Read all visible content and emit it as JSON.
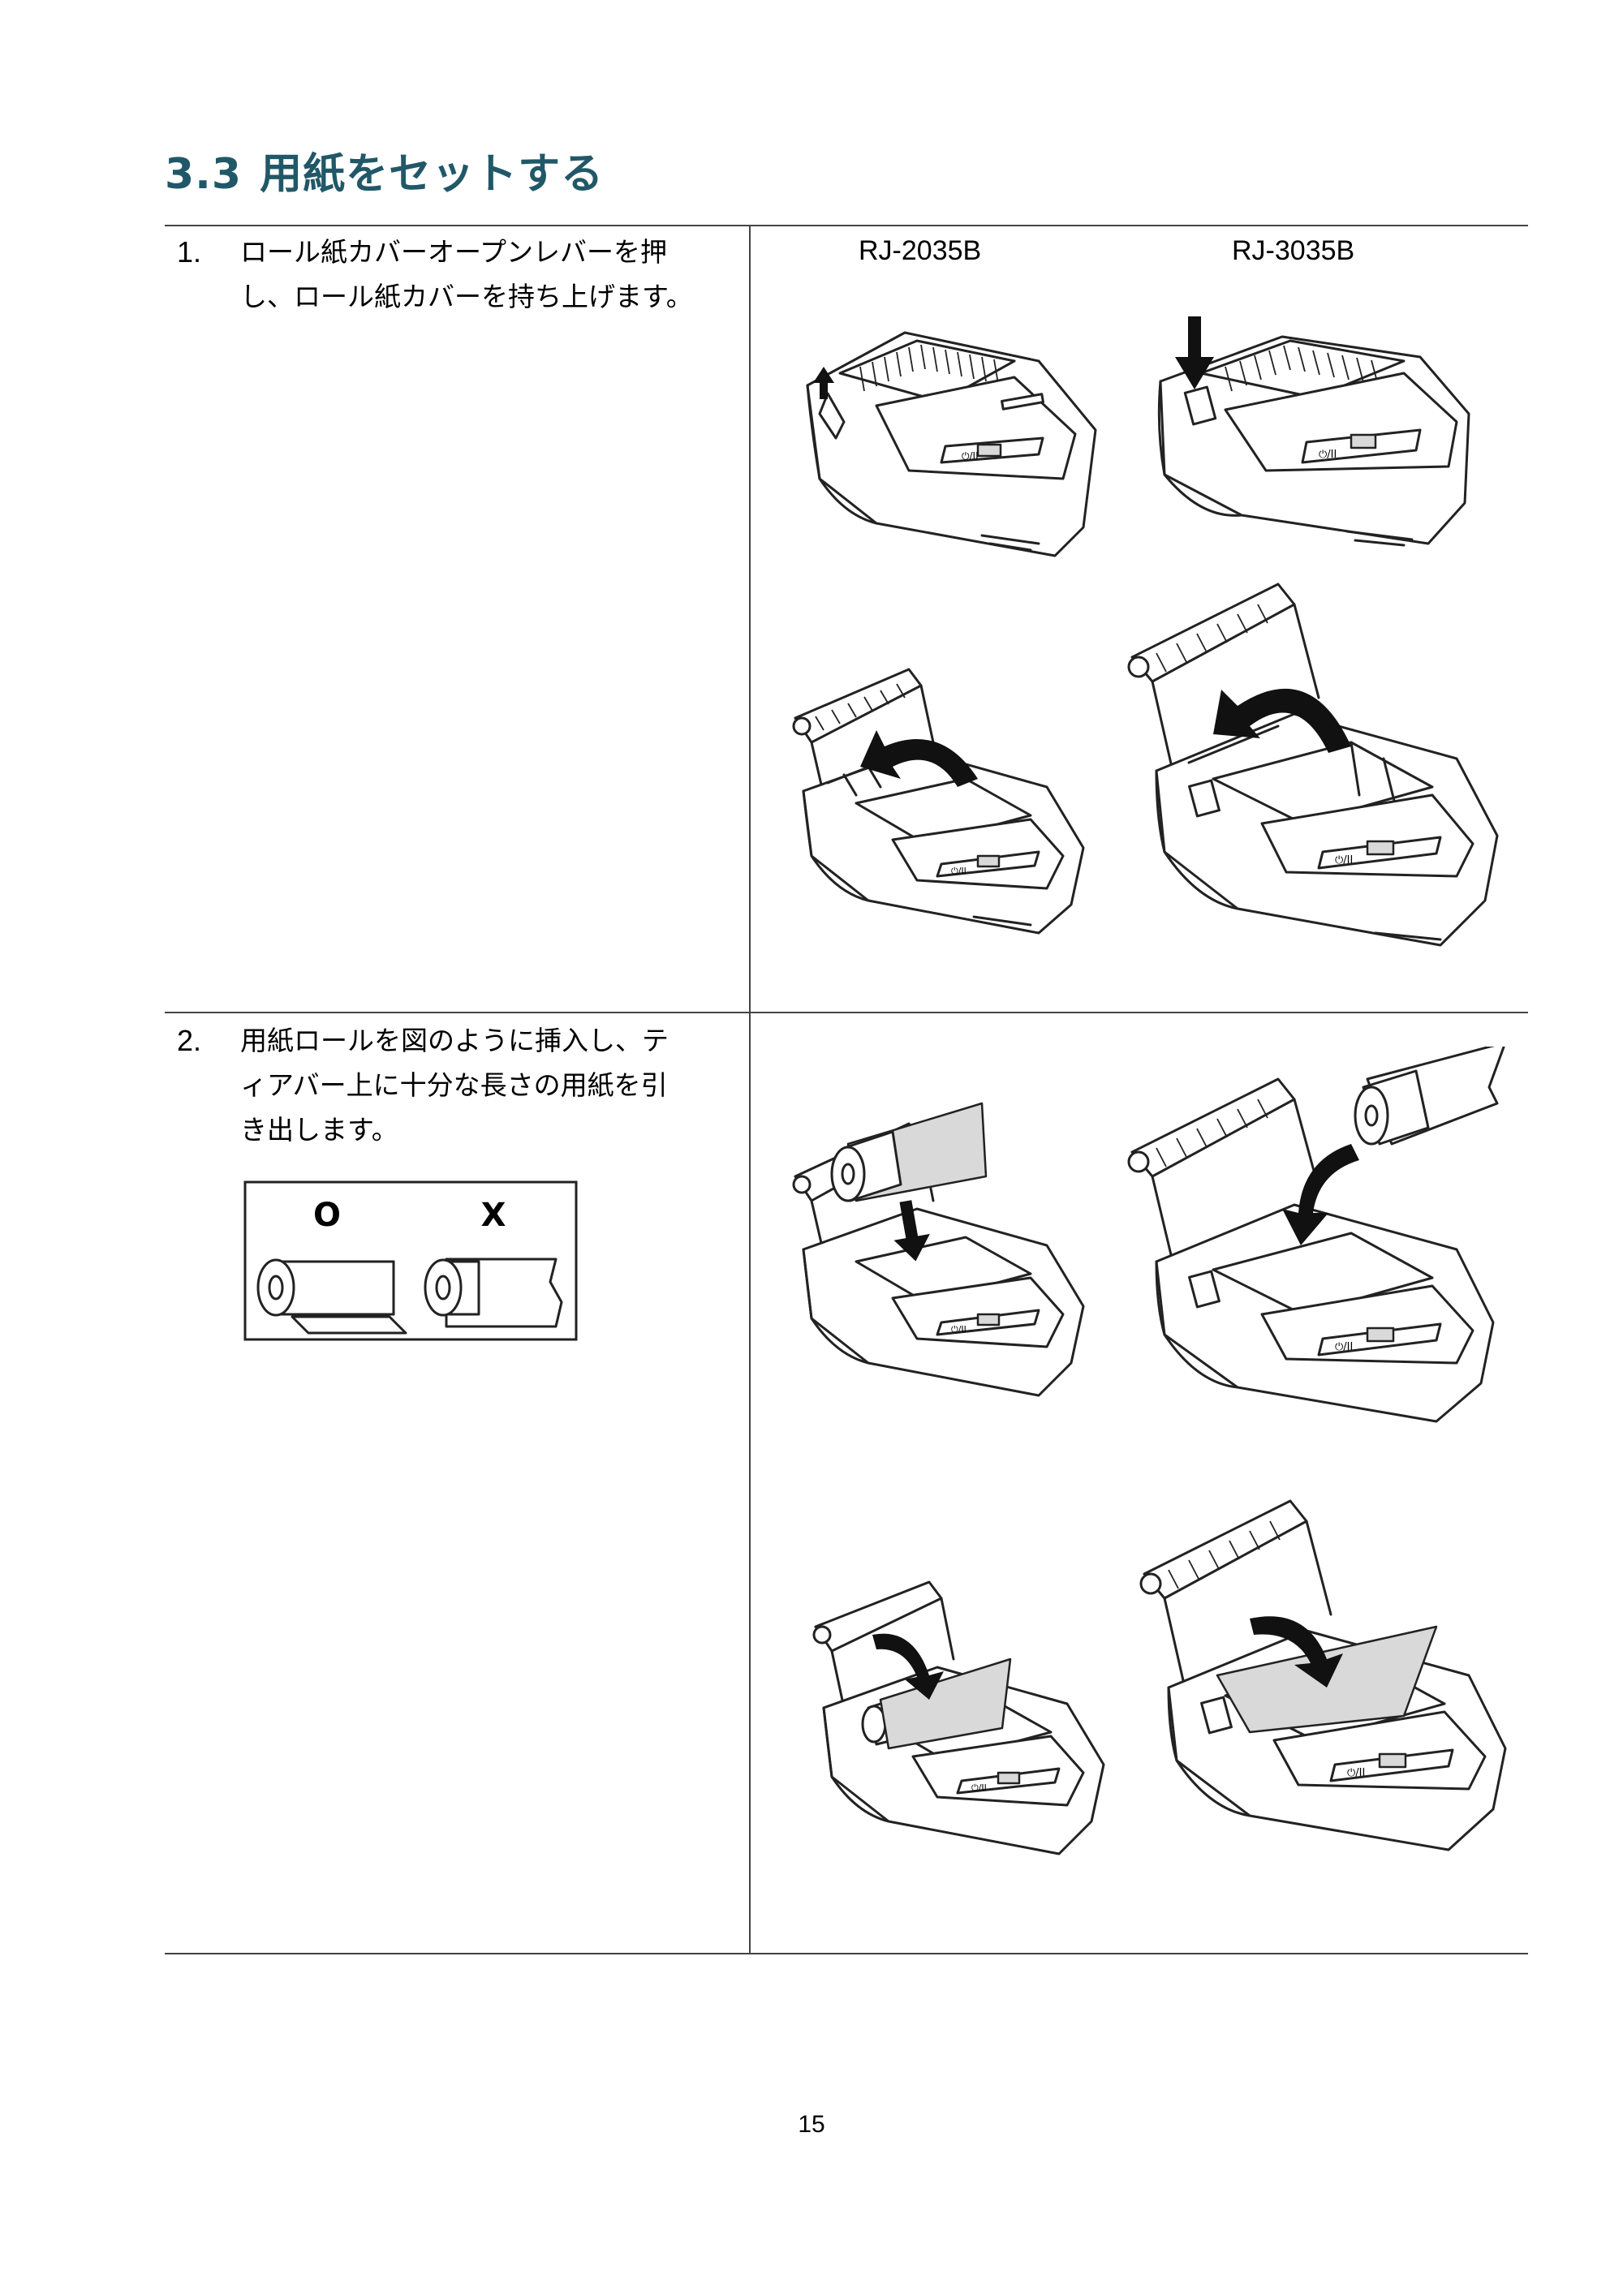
{
  "section": {
    "number": "3.3",
    "title": "用紙をセットする"
  },
  "models": {
    "left": "RJ-2035B",
    "right": "RJ-3035B"
  },
  "steps": [
    {
      "number": "1.",
      "lines": [
        "ロール紙カバーオープンレバーを押",
        "し、ロール紙カバーを持ち上げます。"
      ]
    },
    {
      "number": "2.",
      "lines": [
        "用紙ロールを図のように挿入し、テ",
        "ィアバー上に十分な長さの用紙を引",
        "き出します。"
      ]
    }
  ],
  "orientation_guide": {
    "correct_mark": "O",
    "wrong_mark": "X"
  },
  "printer_button_label": "⏻/II",
  "page_number": "15"
}
